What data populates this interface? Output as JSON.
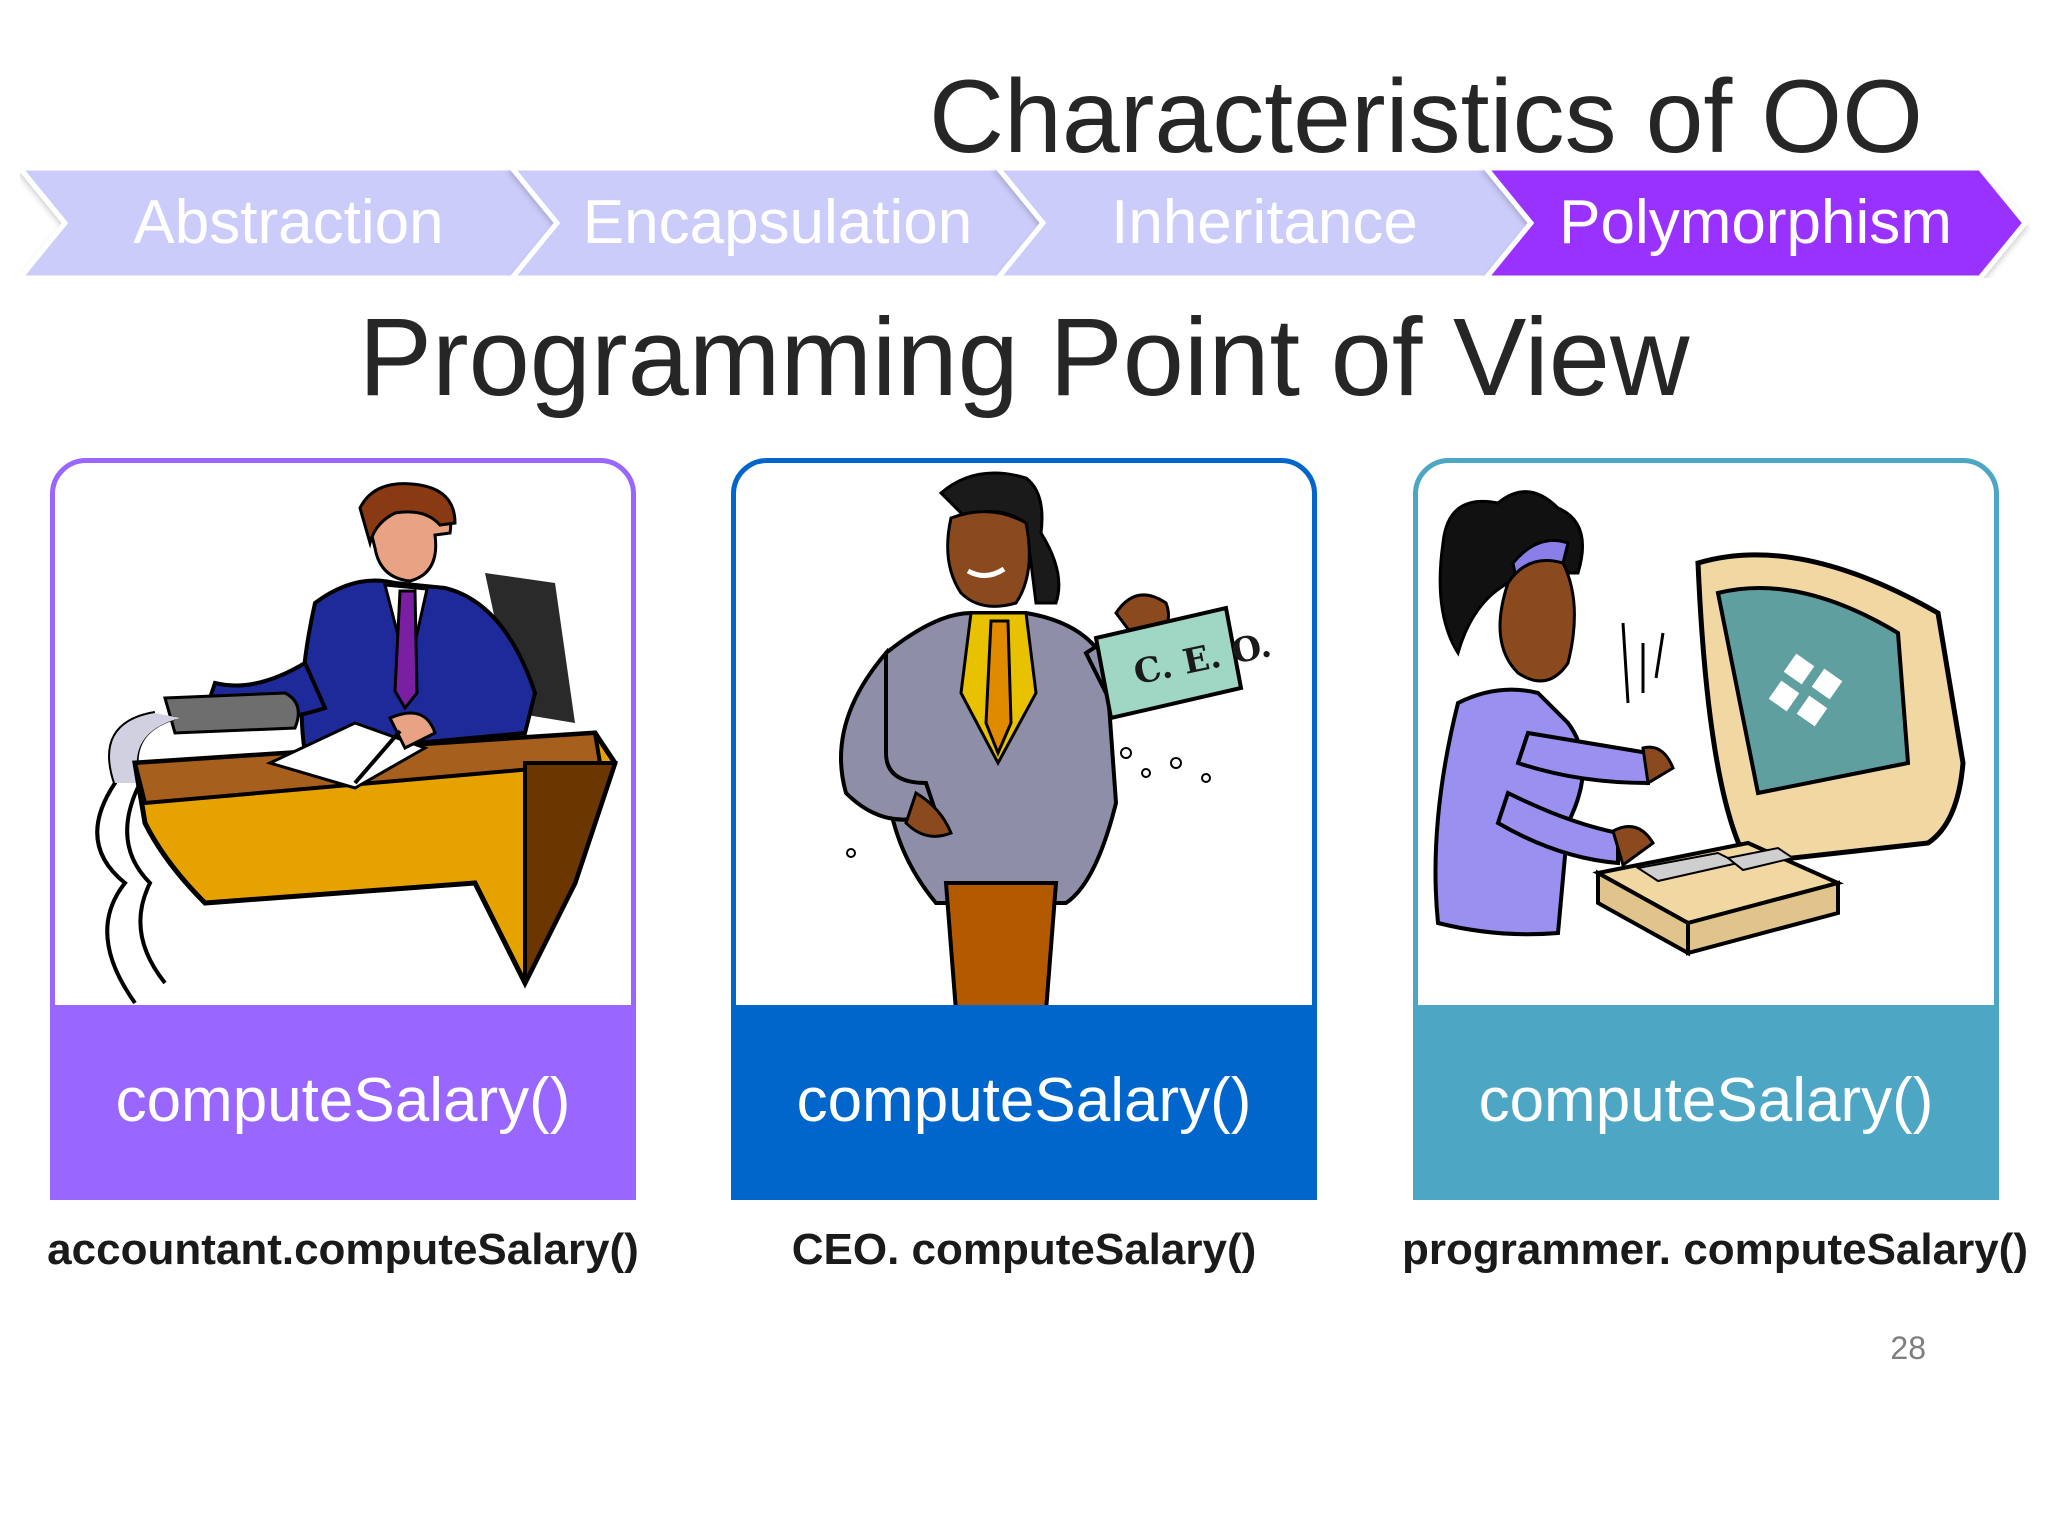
{
  "slide": {
    "title": "Characteristics of OO",
    "subtitle": "Programming Point of View",
    "page_number": "28"
  },
  "process_steps": [
    {
      "label": "Abstraction",
      "active": false
    },
    {
      "label": "Encapsulation",
      "active": false
    },
    {
      "label": "Inheritance",
      "active": false
    },
    {
      "label": "Polymorphism",
      "active": true
    }
  ],
  "colors": {
    "inactive_step_fill": "#ccccfa",
    "inactive_step_text": "#ffffff",
    "active_step_fill": "#9933ff",
    "active_step_text": "#ffffff",
    "accountant": "#9966ff",
    "ceo": "#0066cc",
    "programmer": "#4da6c4"
  },
  "cards": [
    {
      "role": "accountant",
      "illustration": "accountant-at-desk-illustration",
      "method_label": "computeSalary()",
      "caption": "accountant.computeSalary()"
    },
    {
      "role": "ceo",
      "illustration": "ceo-holding-card-illustration",
      "card_text": "C. E. O.",
      "method_label": "computeSalary()",
      "caption": "CEO. computeSalary()"
    },
    {
      "role": "programmer",
      "illustration": "programmer-at-computer-illustration",
      "method_label": "computeSalary()",
      "caption": "programmer. computeSalary()"
    }
  ]
}
